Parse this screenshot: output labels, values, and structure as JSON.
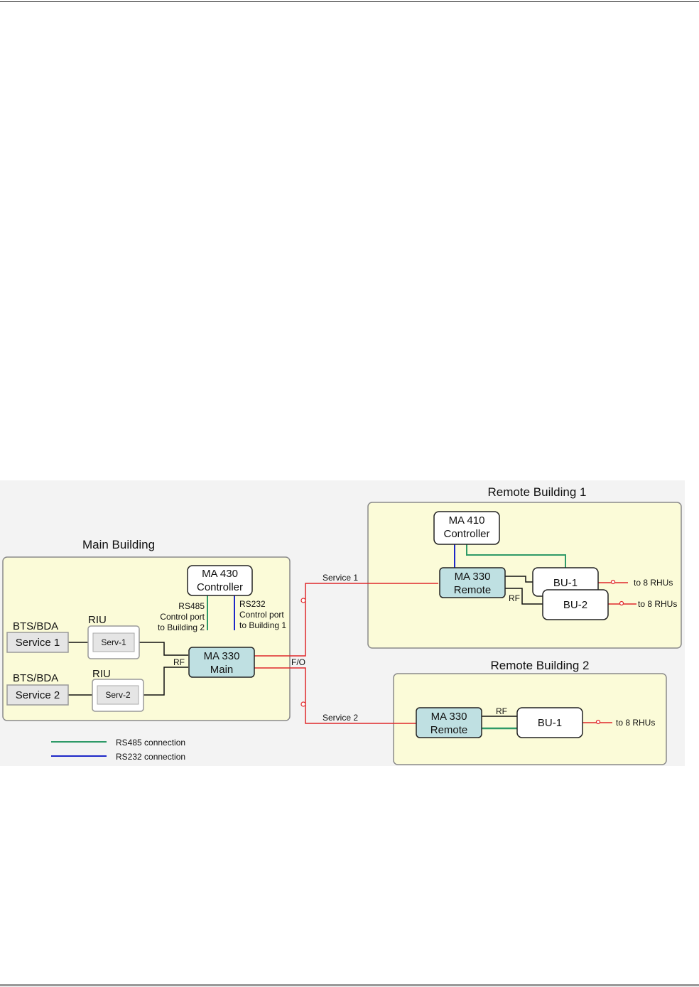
{
  "main_building": {
    "title": "Main Building",
    "ma430_line1": "MA 430",
    "ma430_line2": "Controller",
    "ma330_line1": "MA 330",
    "ma330_line2": "Main",
    "rs485_line1": "RS485",
    "rs485_line2": "Control port",
    "rs485_line3": "to Building 2",
    "rs232_line1": "RS232",
    "rs232_line2": "Control port",
    "rs232_line3": "to Building 1",
    "bts1_label": "BTS/BDA",
    "service1": "Service 1",
    "bts2_label": "BTS/BDA",
    "service2": "Service 2",
    "riu1_label": "RIU",
    "serv1": "Serv-1",
    "riu2_label": "RIU",
    "serv2": "Serv-2",
    "rf_label": "RF",
    "fo_label": "F/O"
  },
  "links": {
    "service1_label": "Service 1",
    "service2_label": "Service 2"
  },
  "remote_building_1": {
    "title": "Remote Building 1",
    "ma410_line1": "MA 410",
    "ma410_line2": "Controller",
    "ma330_line1": "MA 330",
    "ma330_line2": "Remote",
    "bu1": "BU-1",
    "bu2": "BU-2",
    "rf_label": "RF",
    "rhu1": "to 8 RHUs",
    "rhu2": "to 8 RHUs"
  },
  "remote_building_2": {
    "title": "Remote Building 2",
    "ma330_line1": "MA 330",
    "ma330_line2": "Remote",
    "bu1": "BU-1",
    "rf_label": "RF",
    "rhu": "to 8 RHUs"
  },
  "legend": {
    "rs485": "RS485 connection",
    "rs232": "RS232 connection"
  },
  "colors": {
    "building_fill": "#fbfbd8",
    "ma330_fill": "#bfe0e2",
    "rs485": "#2e9a68",
    "rs232": "#1d27c8",
    "fiber": "#e0282a"
  }
}
